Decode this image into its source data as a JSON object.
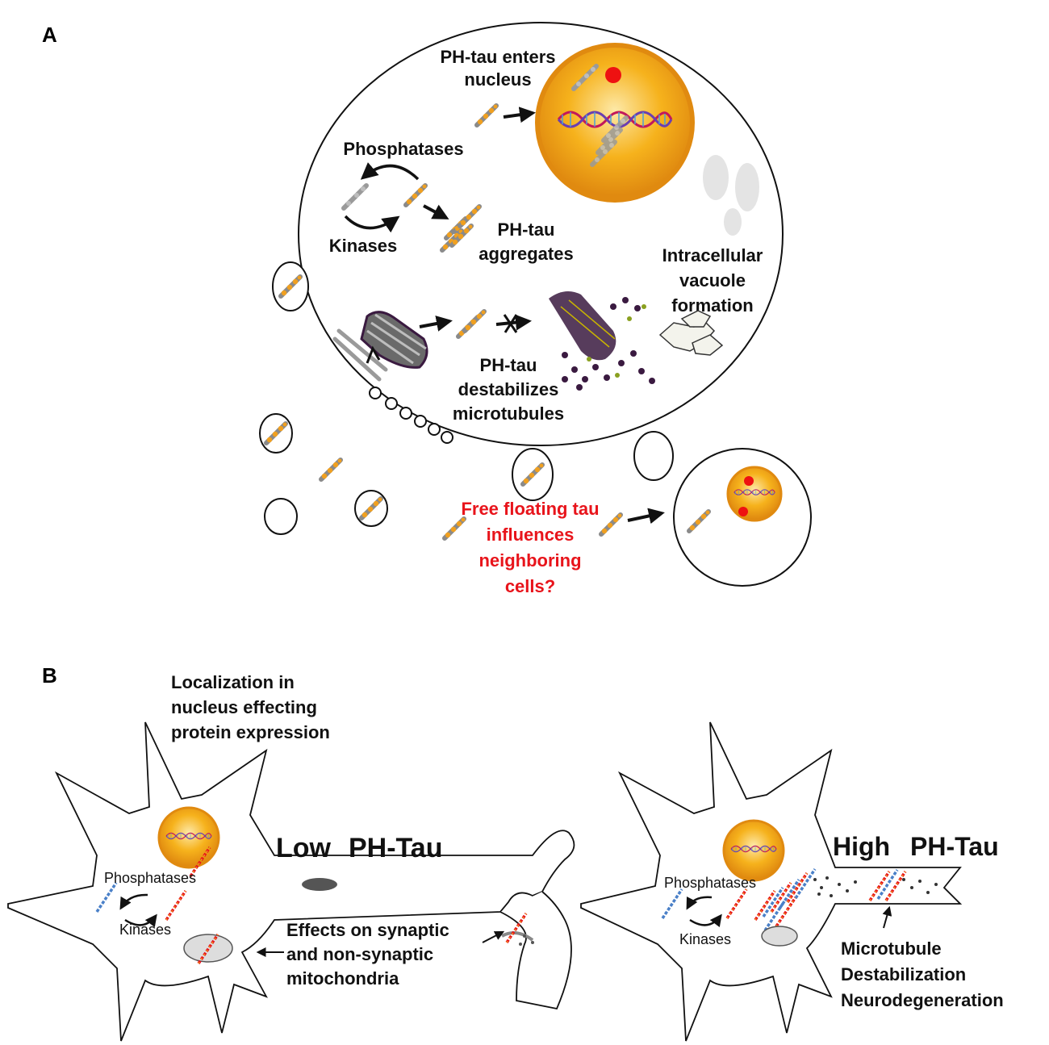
{
  "panel_a": {
    "letter": "A",
    "labels": {
      "nucleus_1": "PH-tau enters",
      "nucleus_2": "nucleus",
      "phosphatases": "Phosphatases",
      "kinases": "Kinases",
      "aggregates_1": "PH-tau",
      "aggregates_2": "aggregates",
      "vacuole_1": "Intracellular",
      "vacuole_2": "vacuole",
      "vacuole_3": "formation",
      "destab_1": "PH-tau",
      "destab_2": "destabilizes",
      "destab_3": "microtubules",
      "free_1": "Free floating tau",
      "free_2": "influences",
      "free_3": "neighboring",
      "free_4": "cells?"
    }
  },
  "panel_b": {
    "letter": "B",
    "left_neuron": {
      "localization_1": "Localization in",
      "localization_2": "nucleus effecting",
      "localization_3": "protein expression",
      "low_word": "Low",
      "tau_word": "PH-Tau",
      "phosphatases": "Phosphatases",
      "kinases": "Kinases",
      "effects_1": "Effects on synaptic",
      "effects_2": "and non-synaptic",
      "effects_3": "mitochondria"
    },
    "right_neuron": {
      "high_word": "High",
      "tau_word": "PH-Tau",
      "phosphatases": "Phosphatases",
      "kinases": "Kinases",
      "outcome_1": "Microtubule",
      "outcome_2": "Destabilization",
      "outcome_3": "Neurodegeneration"
    }
  },
  "colors": {
    "tau_orange": "#f0a020",
    "tau_gray": "#8a8a8a",
    "nucleus_fill": "#f6b21c",
    "nucleus_rim": "#e08a10",
    "question_red": "#e8141b",
    "microtubule_purple": "#3a1a40"
  }
}
